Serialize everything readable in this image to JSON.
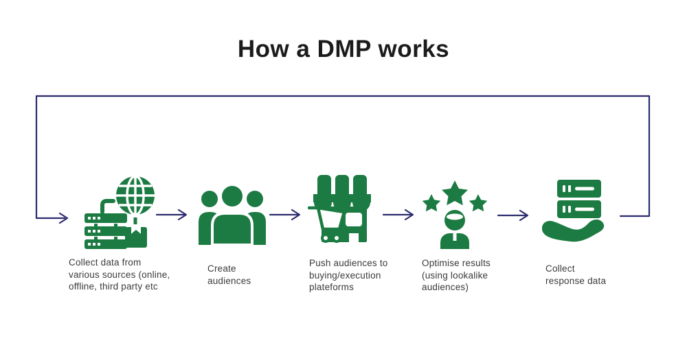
{
  "title": "How a DMP works",
  "colors": {
    "icon_green": "#1b7b42",
    "line_navy": "#2b2a6e",
    "label_gray": "#3a3a3a",
    "title_black": "#1b1b1b",
    "background": "#ffffff"
  },
  "steps": [
    {
      "icon": "data-sources-icon",
      "label": "Collect data from\nvarious sources (online,\noffline, third party etc"
    },
    {
      "icon": "audience-group-icon",
      "label": "Create\naudiences"
    },
    {
      "icon": "storefront-cart-icon",
      "label": "Push audiences to\nbuying/execution\nplateforms"
    },
    {
      "icon": "stars-person-icon",
      "label": "Optimise results\n(using lookalike\naudiences)"
    },
    {
      "icon": "hand-servers-icon",
      "label": "Collect\nresponse data"
    }
  ]
}
